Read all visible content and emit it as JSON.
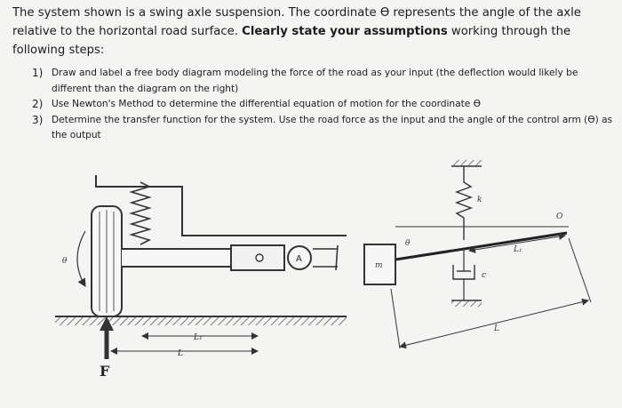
{
  "prompt": {
    "line1": "The system shown is a swing axle suspension. The coordinate ϴ represents the angle of the axle",
    "line2_pre": "relative to the horizontal road surface. ",
    "line2_bold": "Clearly state your assumptions",
    "line2_post": " working through the",
    "line3": "following steps:"
  },
  "steps": [
    {
      "num": "1)",
      "text": "Draw and label a free body diagram modeling the force of the road as your input (the deflection would likely be different than the diagram on the right)"
    },
    {
      "num": "2)",
      "text": "Use Newton's Method to determine the differential equation of motion for the coordinate ϴ"
    },
    {
      "num": "3)",
      "text": "Determine the transfer function for the system. Use the road force as the input and the angle of the control arm (ϴ) as the output"
    }
  ],
  "figure_left": {
    "theta": "θ",
    "joint": "A",
    "l1": "L₁",
    "l": "L",
    "force": "F"
  },
  "figure_right": {
    "k": "k",
    "c": "c",
    "m": "m",
    "theta": "θ",
    "o": "O",
    "l1": "L₁",
    "l": "L"
  }
}
